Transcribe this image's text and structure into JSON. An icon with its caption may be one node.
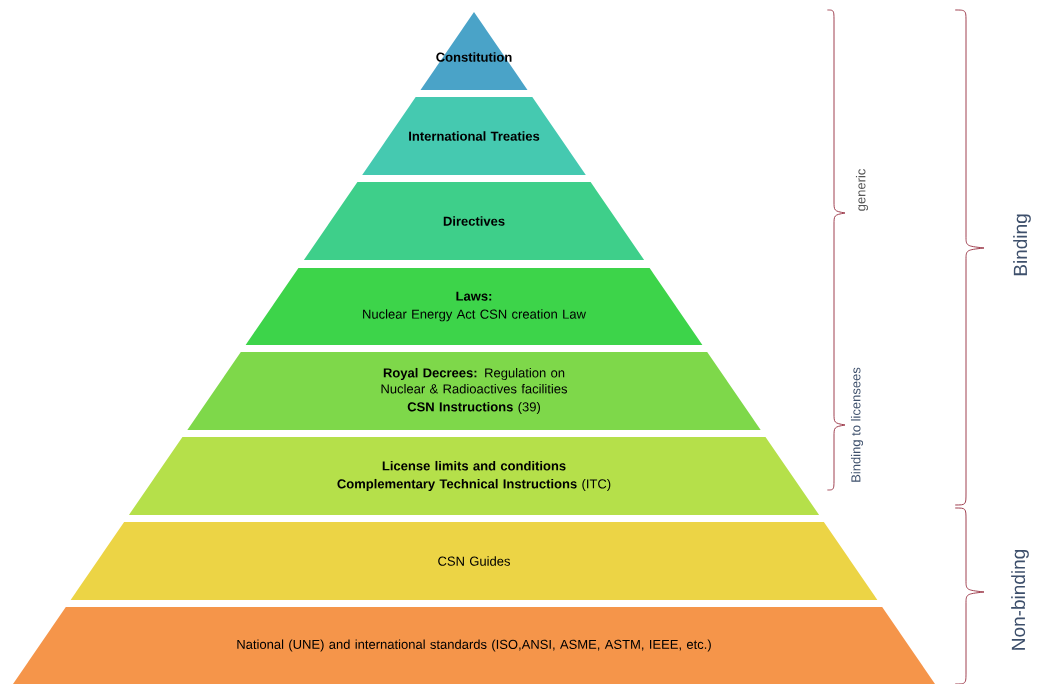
{
  "diagram": {
    "nodes": [
      {
        "text": [
          "Constitution"
        ]
      },
      {
        "text": [
          "International Treaties"
        ]
      },
      {
        "text": [
          "Directives"
        ]
      },
      {
        "text": [
          "**Laws:**",
          "Nuclear Energy Act CSN creation Law"
        ]
      },
      {
        "text": [
          "**Royal Decrees:** Regulation on Nuclear & Radioactives facilities",
          "**CSN Instructions** (39)"
        ]
      },
      {
        "text": [
          "License limits and conditions",
          "**Complementary Technical Instructions** (ITC)"
        ]
      },
      {
        "text": [
          "CSN Guides"
        ]
      },
      {
        "text": [
          "National (UNE) and international standards (ISO,ANSI, ASME, ASTM, IEEE, etc.)"
        ]
      }
    ],
    "labels": [
      "generic",
      "Binding to licensees",
      "Binding",
      "Non-binding"
    ]
  }
}
